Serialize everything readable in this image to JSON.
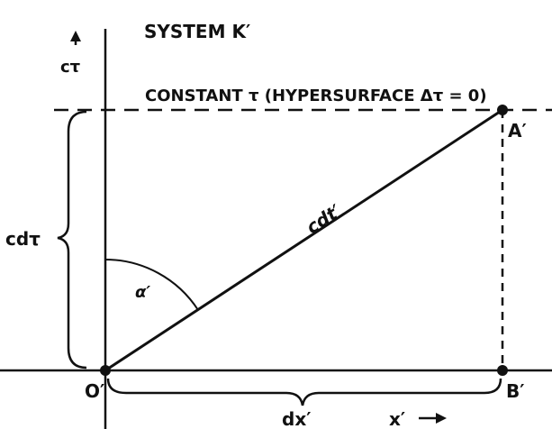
{
  "diagram": {
    "title": "SYSTEM K′",
    "vertical_axis_label": "cτ",
    "horizontal_axis_label": "x′",
    "hypersurface_label": "CONSTANT τ  (HYPERSURFACE Δτ = 0)",
    "vertical_interval_label": "cdτ",
    "worldline_label": "cdt′",
    "angle_label": "α′",
    "horizontal_interval_label": "dx′",
    "point_origin_label": "O′",
    "point_a_label": "A′",
    "point_b_label": "B′"
  },
  "colors": {
    "ink": "#111111",
    "background": "#ffffff"
  }
}
